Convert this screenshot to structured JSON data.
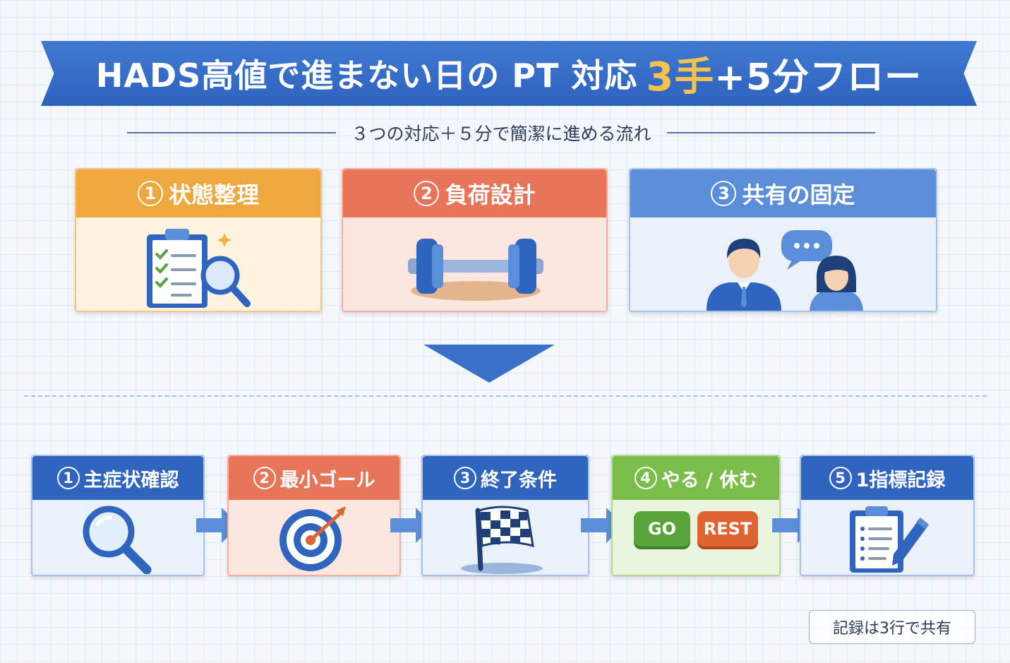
{
  "title": {
    "main": "HADS高値で進まない日の PT 対応",
    "highlight": "3手",
    "rest": "+5分フロー"
  },
  "subtitle": "３つの対応＋５分で簡潔に進める流れ",
  "cards": [
    {
      "number": "1",
      "label": "状態整理",
      "icon": "clipboard-search-icon"
    },
    {
      "number": "2",
      "label": "負荷設計",
      "icon": "dumbbell-icon"
    },
    {
      "number": "3",
      "label": "共有の固定",
      "icon": "people-chat-icon"
    }
  ],
  "steps": [
    {
      "number": "1",
      "label": "主症状確認",
      "icon": "magnifier-icon"
    },
    {
      "number": "2",
      "label": "最小ゴール",
      "icon": "target-icon"
    },
    {
      "number": "3",
      "label": "終了条件",
      "icon": "checkered-flag-icon"
    },
    {
      "number": "4",
      "label": "やる / 休む",
      "go": "GO",
      "rest": "REST"
    },
    {
      "number": "5",
      "label": "1指標記録",
      "icon": "clipboard-pen-icon"
    }
  ],
  "note": "記録は3行で共有",
  "colors": {
    "banner": "#2e62be",
    "highlight": "#f5c24a",
    "orange": "#eea83e",
    "coral": "#e8745a",
    "blue": "#5a8ed8",
    "navy": "#2f64bf",
    "green": "#7bbd4a"
  }
}
